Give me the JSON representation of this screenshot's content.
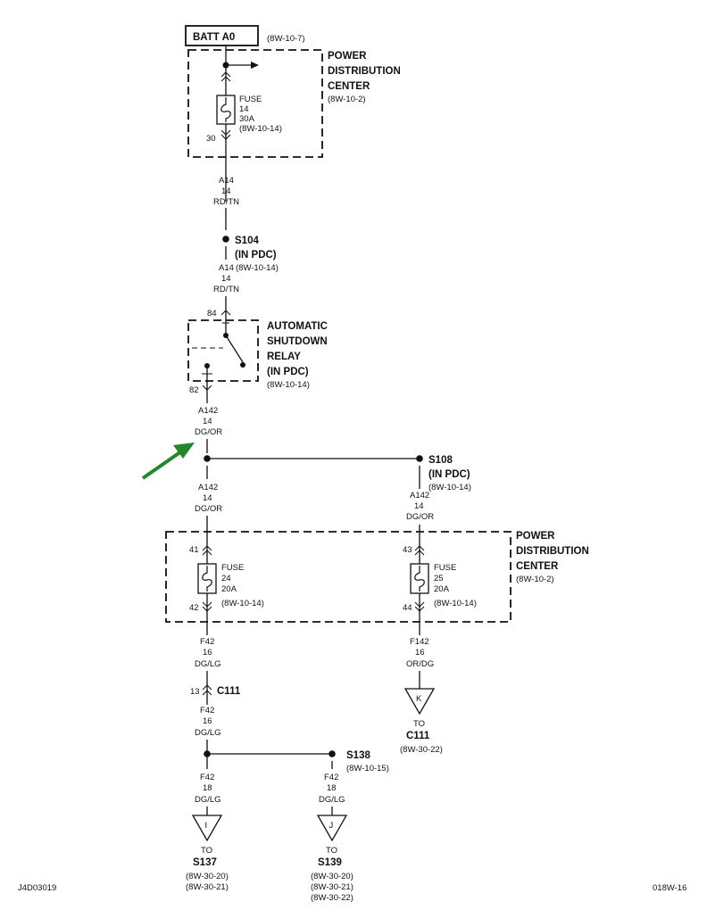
{
  "battery": {
    "label": "BATT A0",
    "ref": "(8W-10-7)"
  },
  "pdc_top": {
    "title_lines": [
      "POWER",
      "DISTRIBUTION",
      "CENTER"
    ],
    "ref": "(8W-10-2)",
    "fuse": {
      "lines": [
        "FUSE",
        "14",
        "30A",
        "(8W-10-14)"
      ],
      "pin_out": "30"
    }
  },
  "wire_a14": {
    "lines": [
      "A14",
      "14",
      "RD/TN"
    ]
  },
  "splice_s104": {
    "lines": [
      "S104",
      "(IN PDC)"
    ]
  },
  "wire_a14_b": {
    "lines": [
      "A14",
      "14",
      "RD/TN"
    ],
    "ref": "(8W-10-14)"
  },
  "relay": {
    "title_lines": [
      "AUTOMATIC",
      "SHUTDOWN",
      "RELAY",
      "(IN PDC)"
    ],
    "ref": "(8W-10-14)",
    "pin_in": "84",
    "pin_out": "82"
  },
  "wire_a142": {
    "lines": [
      "A142",
      "14",
      "DG/OR"
    ]
  },
  "wire_a142_b": {
    "lines": [
      "A142",
      "14",
      "DG/OR"
    ]
  },
  "splice_s108": {
    "lines": [
      "S108",
      "(IN PDC)"
    ],
    "ref": "(8W-10-14)"
  },
  "wire_a142_c": {
    "lines": [
      "A142",
      "14",
      "DG/OR"
    ]
  },
  "pdc_bottom": {
    "title_lines": [
      "POWER",
      "DISTRIBUTION",
      "CENTER"
    ],
    "ref": "(8W-10-2)",
    "fuse_left": {
      "lines": [
        "FUSE",
        "24",
        "20A",
        "(8W-10-14)"
      ],
      "pin_in": "41",
      "pin_out": "42"
    },
    "fuse_right": {
      "lines": [
        "FUSE",
        "25",
        "20A",
        "(8W-10-14)"
      ],
      "pin_in": "43",
      "pin_out": "44"
    }
  },
  "wire_f42": {
    "lines": [
      "F42",
      "16",
      "DG/LG"
    ]
  },
  "connector_c111": {
    "pin": "13",
    "label": "C111"
  },
  "wire_f42_b": {
    "lines": [
      "F42",
      "16",
      "DG/LG"
    ]
  },
  "wire_f142": {
    "lines": [
      "F142",
      "16",
      "OR/DG"
    ]
  },
  "dest_k": {
    "letter": "K",
    "to": "TO",
    "target": "C111",
    "refs": [
      "(8W-30-22)"
    ]
  },
  "splice_s138": {
    "label": "S138",
    "ref": "(8W-10-15)"
  },
  "wire_f42_c": {
    "lines": [
      "F42",
      "18",
      "DG/LG"
    ]
  },
  "wire_f42_d": {
    "lines": [
      "F42",
      "18",
      "DG/LG"
    ]
  },
  "dest_i": {
    "letter": "I",
    "to": "TO",
    "target": "S137",
    "refs": [
      "(8W-30-20)",
      "(8W-30-21)"
    ]
  },
  "dest_j": {
    "letter": "J",
    "to": "TO",
    "target": "S139",
    "refs": [
      "(8W-30-20)",
      "(8W-30-21)",
      "(8W-30-22)"
    ]
  },
  "footer": {
    "left_code": "J4D03019",
    "right_code": "018W-16"
  },
  "colors": {
    "ink": "#111111",
    "arrow": "#1f8a2a"
  }
}
